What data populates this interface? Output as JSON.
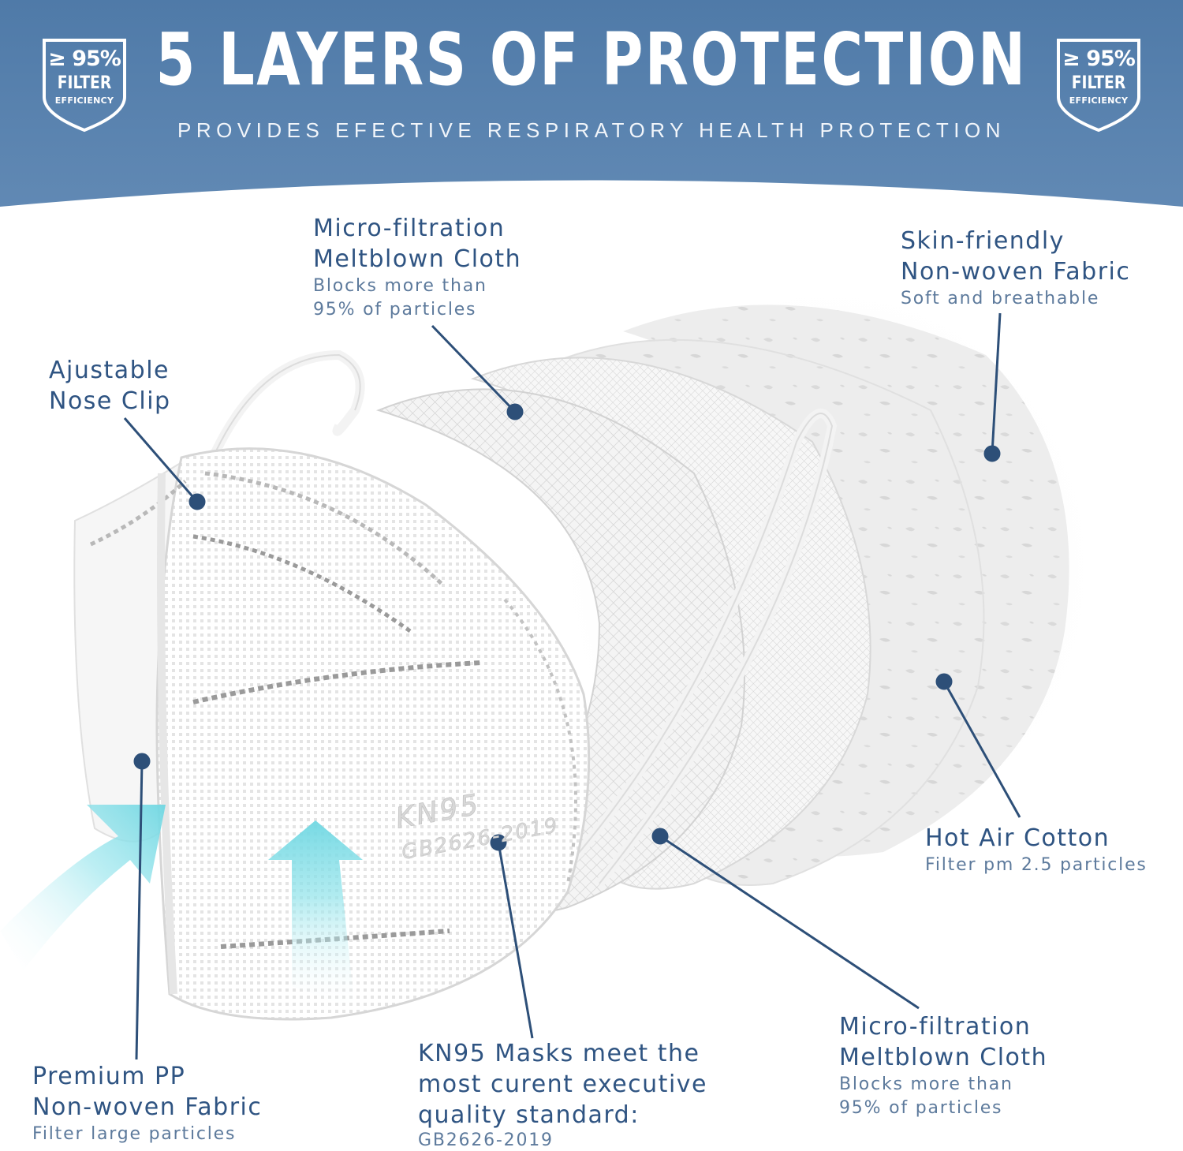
{
  "colors": {
    "header_top": "#4f7aa8",
    "header_bottom": "#5e86b2",
    "accent": "#2d4f78",
    "airflow": "#7fdde6"
  },
  "header": {
    "title": "5 LAYERS OF PROTECTION",
    "subtitle": "PROVIDES EFECTIVE RESPIRATORY HEALTH PROTECTION"
  },
  "badge": {
    "icon": "shield-icon",
    "percent": "≥ 95%",
    "line1": "FILTER",
    "line2": "EFFICIENCY"
  },
  "mask_print": {
    "model": "KN95",
    "standard": "GB2626-2019"
  },
  "callouts": {
    "micro_top": {
      "title_lines": [
        "Micro-filtration",
        "Meltblown Cloth"
      ],
      "desc_lines": [
        "Blocks more than",
        "95% of particles"
      ]
    },
    "skin": {
      "title_lines": [
        "Skin-friendly",
        "Non-woven Fabric"
      ],
      "desc_lines": [
        "Soft and breathable"
      ]
    },
    "nose": {
      "title_lines": [
        "Ajustable",
        "Nose Clip"
      ],
      "desc_lines": []
    },
    "hot_air": {
      "title_lines": [
        "Hot Air Cotton"
      ],
      "desc_lines": [
        "Filter pm 2.5 particles"
      ]
    },
    "pp": {
      "title_lines": [
        "Premium PP",
        "Non-woven Fabric"
      ],
      "desc_lines": [
        "Filter large particles"
      ]
    },
    "standard": {
      "title_lines": [
        "KN95 Masks meet the",
        "most curent executive",
        "quality standard:"
      ],
      "desc_lines": [
        "GB2626-2019"
      ]
    },
    "micro_bottom": {
      "title_lines": [
        "Micro-filtration",
        "Meltblown Cloth"
      ],
      "desc_lines": [
        "Blocks more than",
        "95% of particles"
      ]
    }
  }
}
